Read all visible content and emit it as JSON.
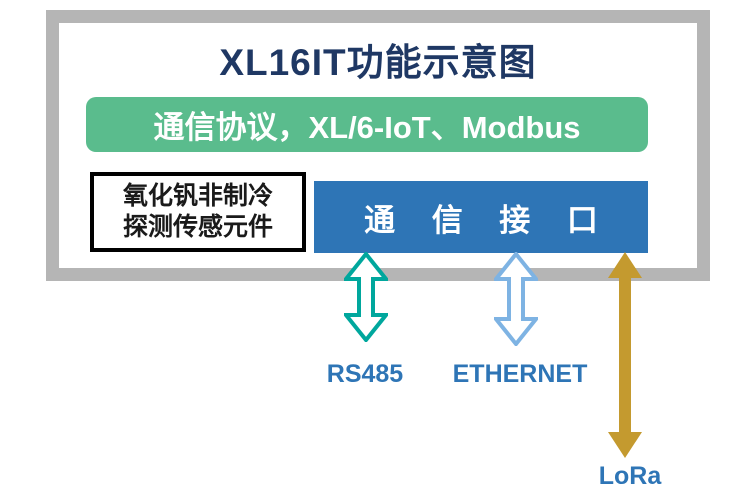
{
  "diagram": {
    "title": "XL16IT功能示意图",
    "protocol_banner": "通信协议，XL/6-IoT、Modbus",
    "sensor_box": {
      "line1": "氧化钒非制冷",
      "line2": "探测传感元件"
    },
    "interface_box": "通 信 接 口",
    "labels": {
      "rs485": "RS485",
      "ethernet": "ETHERNET",
      "lora": "LoRa"
    },
    "colors": {
      "frame_gray": "#b5b5b5",
      "title_blue": "#1f3864",
      "banner_green": "#5abc8d",
      "interface_blue": "#2e75b6",
      "arrow_teal": "#00a79d",
      "arrow_lightblue": "#7eb3e3",
      "arrow_gold": "#c49a2f",
      "arrow_fill_white": "#ffffff",
      "label_blue": "#2e75b6"
    }
  }
}
